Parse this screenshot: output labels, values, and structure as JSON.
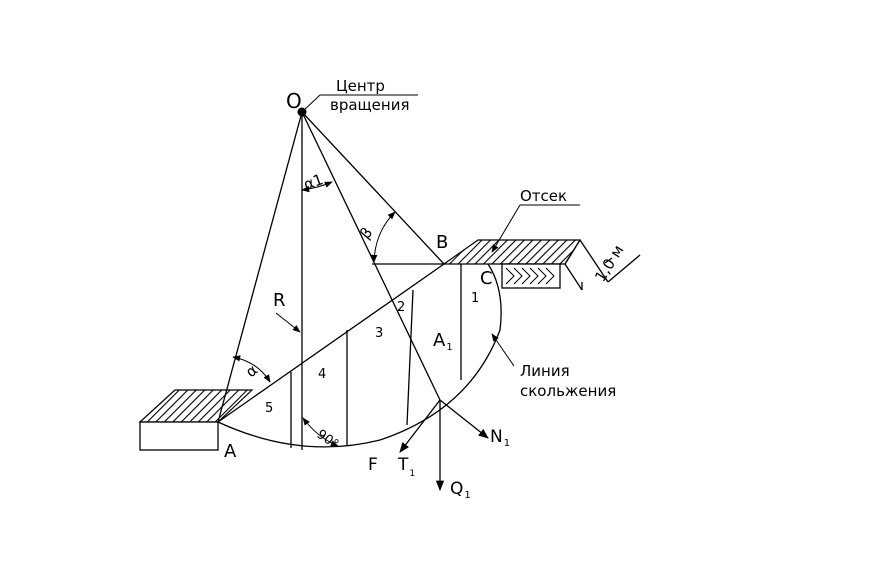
{
  "labels": {
    "O": "O",
    "center_line1": "Центр",
    "center_line2": "вращения",
    "alpha1": "α1",
    "beta": "β",
    "B": "B",
    "otsek": "Отсек",
    "C": "C",
    "dim": "1,0 м",
    "R": "R",
    "A1_main": "A",
    "A1_sub": "1",
    "slip_line1": "Линия",
    "slip_line2": "скольжения",
    "alpha": "α",
    "angle90": "90°",
    "A": "A",
    "F": "F",
    "T1_main": "T",
    "T1_sub": "1",
    "Q1_main": "Q",
    "Q1_sub": "1",
    "N1_main": "N",
    "N1_sub": "1"
  },
  "slices": [
    "1",
    "2",
    "3",
    "4",
    "5"
  ]
}
